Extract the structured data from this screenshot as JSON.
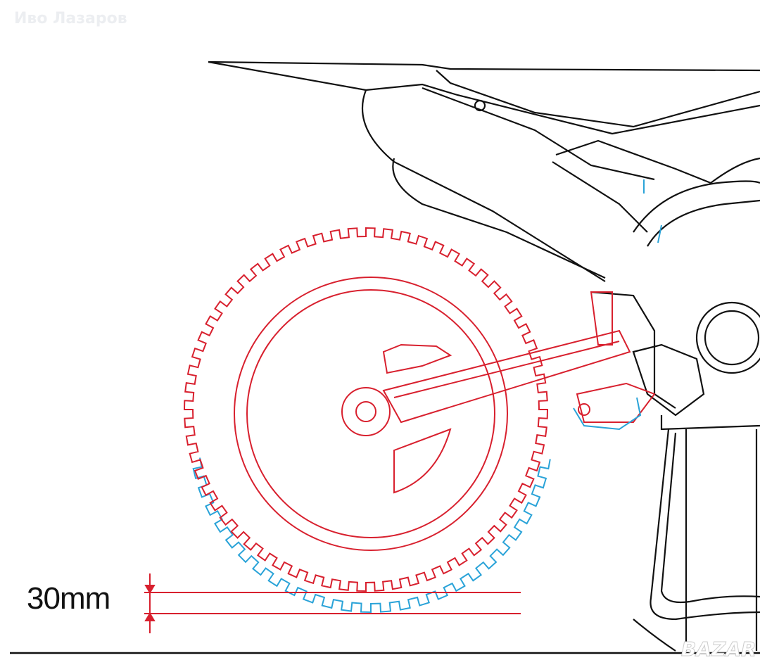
{
  "watermark_author": "Иво Лазаров",
  "dimension_label": "30mm",
  "watermark_brand": "BAZAR",
  "colors": {
    "loaded": "#d8202e",
    "unloaded": "#2aa3d8",
    "outline": "#111111"
  },
  "sag_mm": 30
}
